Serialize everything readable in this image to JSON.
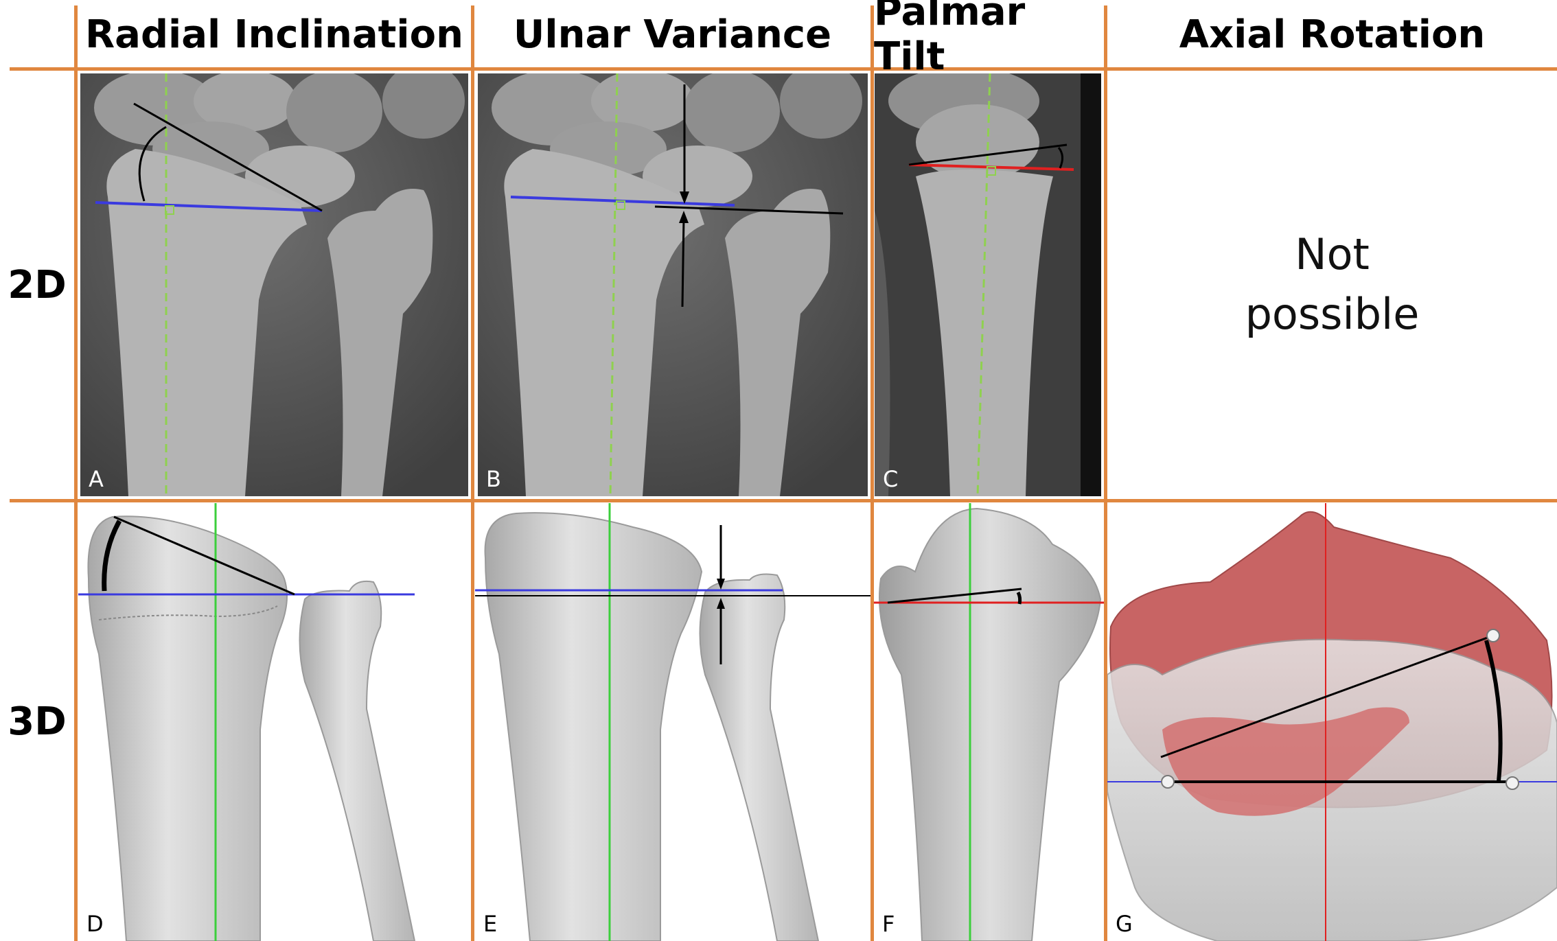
{
  "columns": [
    "Radial Inclination",
    "Ulnar Variance",
    "Palmar Tilt",
    "Axial Rotation"
  ],
  "rows": [
    "2D",
    "3D"
  ],
  "panels": {
    "a": "A",
    "b": "B",
    "c": "C",
    "d": "D",
    "e": "E",
    "f": "F",
    "g": "G"
  },
  "not_possible": {
    "line1": "Not",
    "line2": "possible"
  },
  "colors": {
    "grid": "#e0873f",
    "axis_dashed": "#8fd14f",
    "axis_solid": "#3ccf3c",
    "line_blue": "#3a3adf",
    "line_red": "#e02020",
    "bone_red": "#c86464"
  },
  "icons": [
    "xray-image",
    "bone-3d-model",
    "angle-arc",
    "measure-arrow"
  ]
}
